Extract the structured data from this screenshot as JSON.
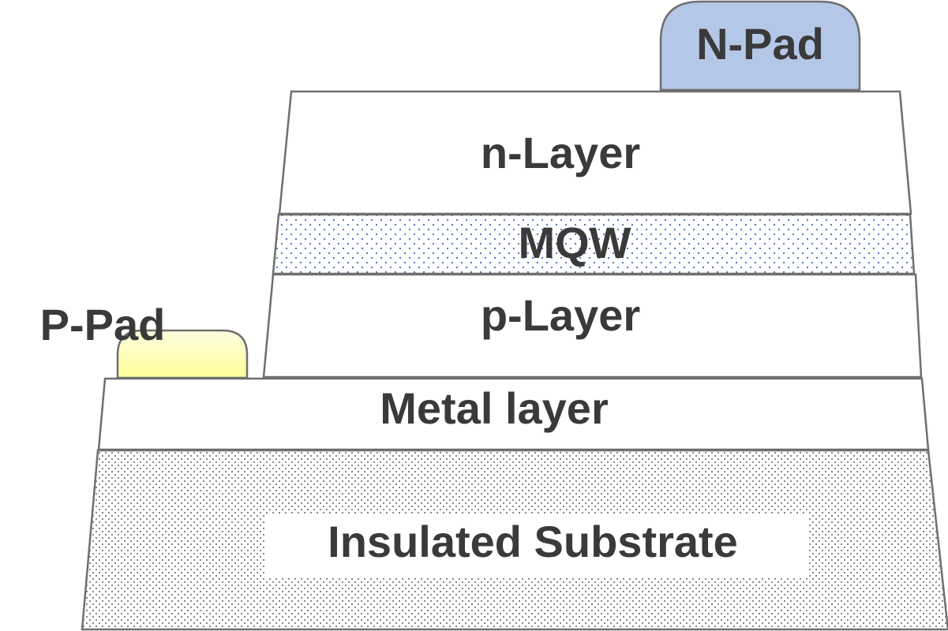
{
  "diagram": {
    "layers": {
      "substrate": "Insulated Substrate",
      "metal": "Metal layer",
      "p_layer": "p-Layer",
      "mqw": "MQW",
      "n_layer": "n-Layer"
    },
    "pads": {
      "p_pad": "P-Pad",
      "n_pad": "N-Pad"
    }
  },
  "colors": {
    "n_pad_fill": "#b4c7e7",
    "p_pad_fill": "#ffff99",
    "outline": "#6f6f6f",
    "label_text": "#3a3a3a",
    "mqw_dots": "#1f4e9c",
    "substrate_dots": "#333333"
  }
}
